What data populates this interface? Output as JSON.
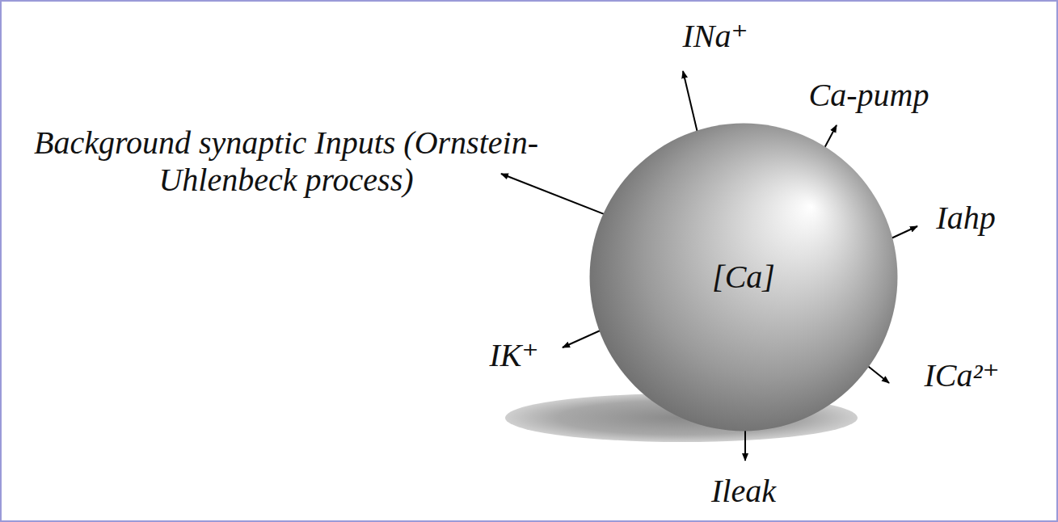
{
  "diagram": {
    "nodes": [
      {
        "text": [
          "[Ca]"
        ]
      }
    ],
    "labels": [
      "INa⁺",
      "Ca-pump",
      "Iahp",
      "ICa²⁺",
      "Ileak",
      "IK⁺",
      "Background synaptic Inputs (Ornstein-Uhlenbeck process)"
    ]
  }
}
